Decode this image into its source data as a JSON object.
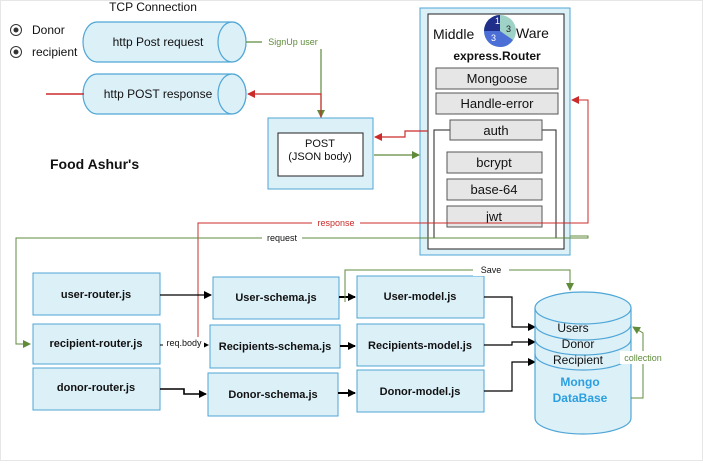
{
  "radio": {
    "option1": "Donor",
    "option2": "recipient"
  },
  "tcp": {
    "title": "TCP Connection",
    "request": "http Post request",
    "response": "http POST response",
    "signup_label": "SignUp user"
  },
  "post_box": {
    "line1": "POST",
    "line2": "(JSON body)"
  },
  "brand": "Food Ashur's",
  "middleware": {
    "word1": "Middle",
    "word2": "Ware",
    "badge": [
      "1",
      "3",
      "3"
    ],
    "router": "express.Router",
    "items": [
      "Mongoose",
      "Handle-error",
      "auth"
    ],
    "auth_items": [
      "bcrypt",
      "base-64",
      "jwt"
    ]
  },
  "edges": {
    "response": "response",
    "request": "request",
    "save": "Save",
    "req_body": "req.body",
    "collection": "collection"
  },
  "routers": [
    "user-router.js",
    "recipient-router.js",
    "donor-router.js"
  ],
  "schemas": [
    "User-schema.js",
    "Recipients-schema.js",
    "Donor-schema.js"
  ],
  "models": [
    "User-model.js",
    "Recipients-model.js",
    "Donor-model.js"
  ],
  "db": {
    "collections": [
      "Users",
      "Donor",
      "Recipient"
    ],
    "name_line1": "Mongo",
    "name_line2": "DataBase"
  },
  "colors": {
    "box_fill": "#dcf0f8",
    "box_stroke": "#4fa6d6",
    "green": "#5f8b3b",
    "red": "#cc2b2b",
    "db_text": "#2b9fe0"
  }
}
